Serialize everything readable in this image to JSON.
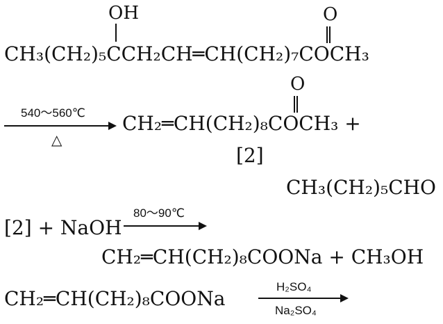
{
  "reaction": {
    "line1": {
      "oh_label": "OH",
      "o_label": "O",
      "formula": "CH₃(CH₂)₅CCH₂CH═CH(CH₂)₇COCH₃"
    },
    "step1": {
      "condition_top": "540～560℃",
      "condition_bottom": "△",
      "o_label": "O",
      "product": "CH₂═CH(CH₂)₈COCH₃ +",
      "product_tag": "[2]",
      "byproduct": "CH₃(CH₂)₅CHO"
    },
    "step2": {
      "reactants": "[2] + NaOH",
      "condition_top": "80～90℃",
      "product": "CH₂═CH(CH₂)₈COONa + CH₃OH"
    },
    "step3": {
      "reactant": "CH₂═CH(CH₂)₈COONa",
      "condition_top": "H₂SO₄",
      "condition_bottom": "Na₂SO₄"
    }
  }
}
